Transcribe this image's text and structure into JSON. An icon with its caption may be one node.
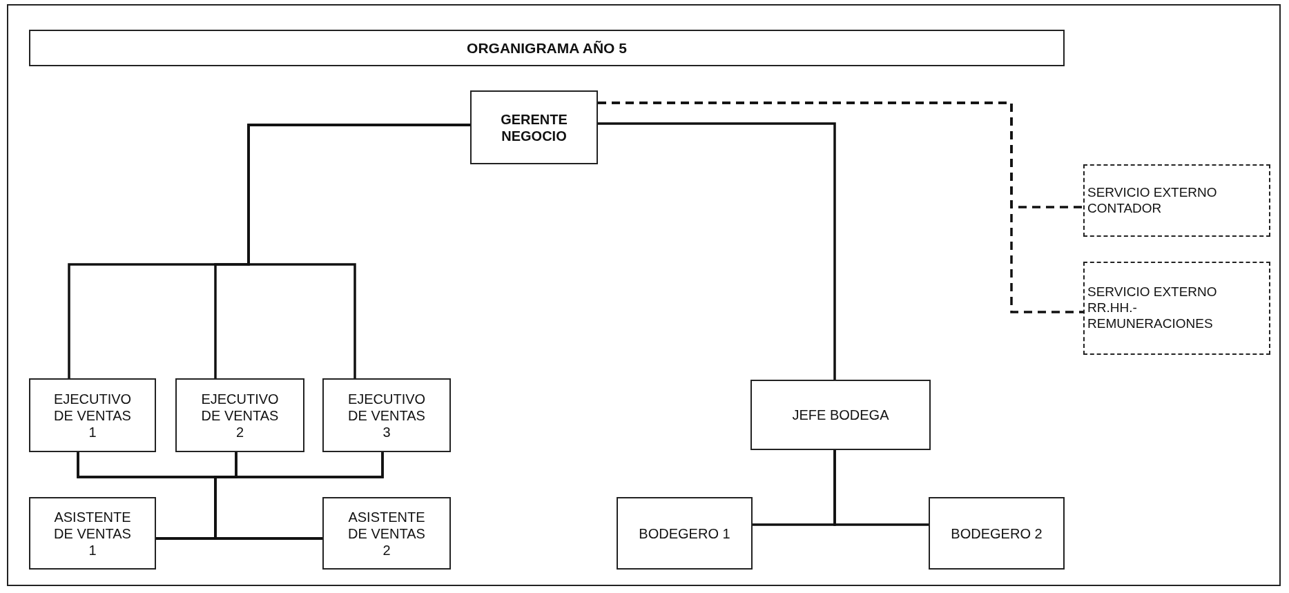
{
  "diagram": {
    "title": "ORGANIGRAMA AÑO 5",
    "nodes": [
      {
        "text": [
          "GERENTE NEGOCIO"
        ]
      },
      {
        "text": [
          "SERVICIO EXTERNO CONTADOR"
        ]
      },
      {
        "text": [
          "SERVICIO EXTERNO RR.HH.- REMUNERACIONES"
        ]
      },
      {
        "text": [
          "EJECUTIVO DE VENTAS 1"
        ]
      },
      {
        "text": [
          "EJECUTIVO DE VENTAS 2"
        ]
      },
      {
        "text": [
          "EJECUTIVO DE VENTAS 3"
        ]
      },
      {
        "text": [
          "JEFE BODEGA"
        ]
      },
      {
        "text": [
          "ASISTENTE DE VENTAS 1"
        ]
      },
      {
        "text": [
          "ASISTENTE DE VENTAS 2"
        ]
      },
      {
        "text": [
          "BODEGERO 1"
        ]
      },
      {
        "text": [
          "BODEGERO 2"
        ]
      }
    ],
    "edges": [
      {
        "from": 0,
        "to": 3,
        "arrow": "none"
      },
      {
        "from": 0,
        "to": 4,
        "arrow": "none"
      },
      {
        "from": 0,
        "to": 5,
        "arrow": "none"
      },
      {
        "from": 0,
        "to": 6,
        "arrow": "none"
      },
      {
        "from": 0,
        "to": 1,
        "arrow": "none",
        "style": "dashed"
      },
      {
        "from": 0,
        "to": 2,
        "arrow": "none",
        "style": "dashed"
      },
      {
        "from": 3,
        "to": 7,
        "arrow": "none"
      },
      {
        "from": 3,
        "to": 8,
        "arrow": "none"
      },
      {
        "from": 4,
        "to": 7,
        "arrow": "none"
      },
      {
        "from": 4,
        "to": 8,
        "arrow": "none"
      },
      {
        "from": 5,
        "to": 7,
        "arrow": "none"
      },
      {
        "from": 5,
        "to": 8,
        "arrow": "none"
      },
      {
        "from": 6,
        "to": 9,
        "arrow": "none"
      },
      {
        "from": 6,
        "to": 10,
        "arrow": "none"
      }
    ]
  }
}
